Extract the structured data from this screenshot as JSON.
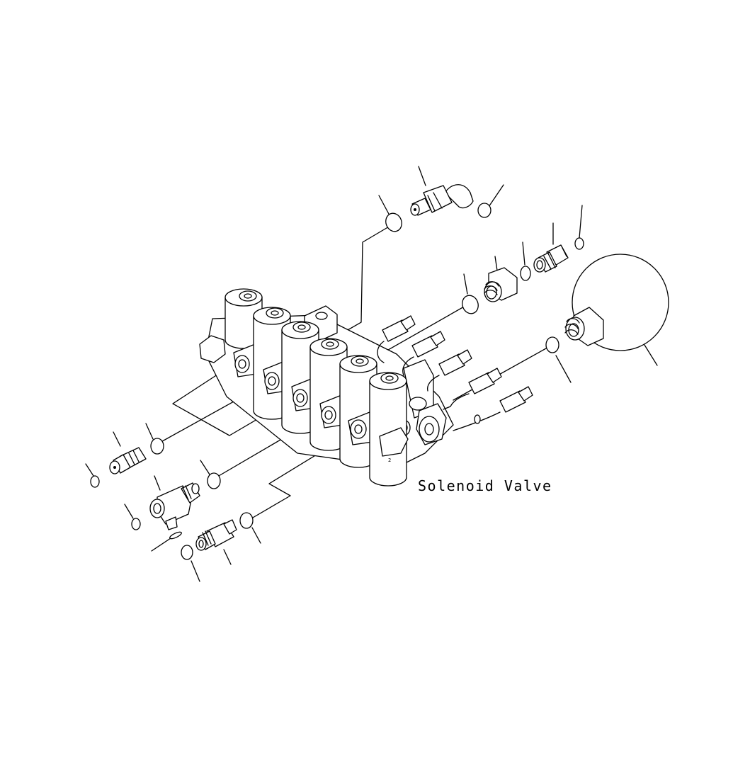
{
  "diagram": {
    "caption": "Solenoid Valve",
    "line_color": "#000000",
    "background_color": "#ffffff",
    "parts": [
      "elbow-fitting",
      "o-ring",
      "hex-plug",
      "straight-fitting",
      "accumulator",
      "solenoid-valve-assembly",
      "connector",
      "tee-fitting",
      "gasket"
    ]
  }
}
